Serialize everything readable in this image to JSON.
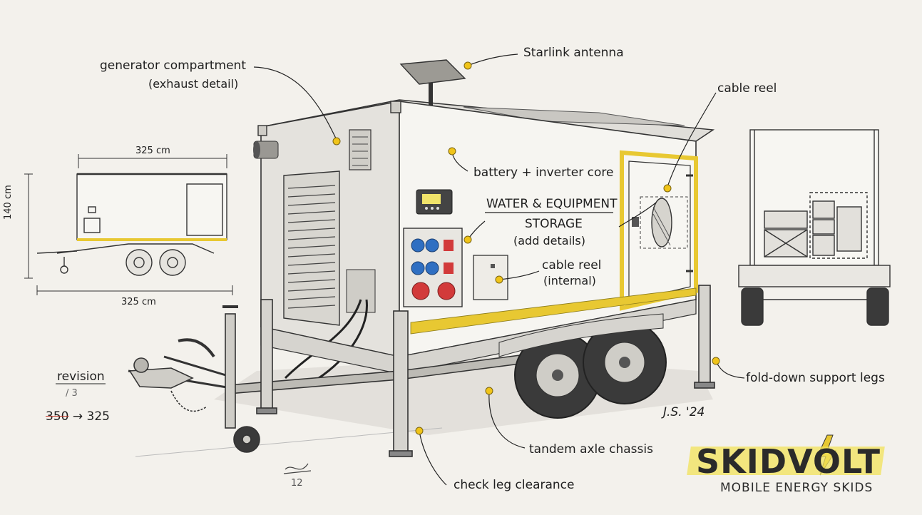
{
  "labels": {
    "generator": "generator compartment",
    "generator_sub": "(exhaust detail)",
    "starlink": "Starlink antenna",
    "cable_reel_top": "cable reel",
    "battery": "battery + inverter core",
    "water_title_1": "WATER & EQUIPMENT",
    "water_title_2": "STORAGE",
    "water_sub": "(add details)",
    "cable_internal": "cable reel",
    "cable_internal_sub": "(internal)",
    "support_legs": "fold-down support legs",
    "tandem": "tandem axle chassis",
    "leg_clearance": "check leg clearance"
  },
  "dimensions": {
    "top_width": "325 cm",
    "bottom_width": "325 cm",
    "height": "140 cm"
  },
  "revision": {
    "title": "revision",
    "note": "/ 3",
    "old_value": "350",
    "arrow": "→",
    "new_value": "325"
  },
  "signature": "J.S. '24",
  "initials": "12",
  "brand": {
    "name": "SKIDVOLT",
    "tagline": "MOBILE ENERGY SKIDS",
    "accent": "#e8c832"
  },
  "colors": {
    "paper": "#f3f1ec",
    "ink": "#2a2a2a",
    "yellow": "#e8c832",
    "outlet_blue": "#2f6fc2",
    "outlet_red": "#d23a3a",
    "pin": "#f0c419"
  },
  "icons": [
    "trailer-side-view",
    "trailer-rear-view",
    "trailer-main-perspective",
    "starlink-dish",
    "control-display",
    "socket-panel",
    "cable-reel",
    "support-leg",
    "tow-hitch",
    "jockey-wheel"
  ]
}
